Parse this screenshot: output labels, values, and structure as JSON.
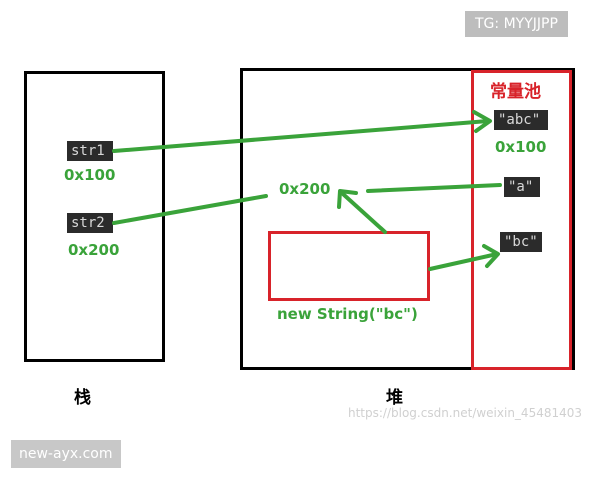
{
  "stack": {
    "label": "栈",
    "vars": [
      {
        "name": "str1",
        "addr": "0x100"
      },
      {
        "name": "str2",
        "addr": "0x200"
      }
    ]
  },
  "heap": {
    "label": "堆",
    "address": "0x200",
    "object_label": "new String(\"bc\")"
  },
  "pool": {
    "title": "常量池",
    "items": [
      {
        "value": "\"abc\"",
        "addr": "0x100"
      },
      {
        "value": "\"a\""
      },
      {
        "value": "\"bc\""
      }
    ]
  },
  "overlays": {
    "top_badge": "TG: MYYJJPP",
    "bottom_badge": "new-ayx.com",
    "watermark": "https://blog.csdn.net/weixin_45481403"
  },
  "colors": {
    "arrow": "#3aa33a",
    "pool_border": "#d8232a"
  }
}
